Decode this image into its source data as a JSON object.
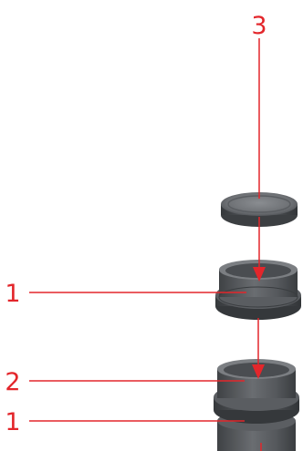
{
  "callouts": {
    "top": "3",
    "middle": "1",
    "lower_upper": "2",
    "lower_bottom": "1"
  },
  "colors": {
    "callout": "#e3262b",
    "part_dark": "#4a4d50",
    "part_mid": "#6b6e72",
    "part_light": "#8d9094",
    "background": "#ffffff"
  }
}
